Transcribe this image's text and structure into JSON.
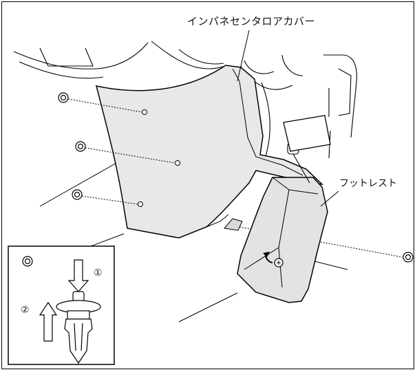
{
  "labels": {
    "cover": "インパネセンタロアカバー",
    "footrest": "フットレスト"
  },
  "inset": {
    "step1": "①",
    "step2": "②"
  },
  "colors": {
    "line": "#000000",
    "cover_fill": "#e8e8e8",
    "footrest_fill": "#e3e3e3",
    "background": "#ffffff"
  }
}
